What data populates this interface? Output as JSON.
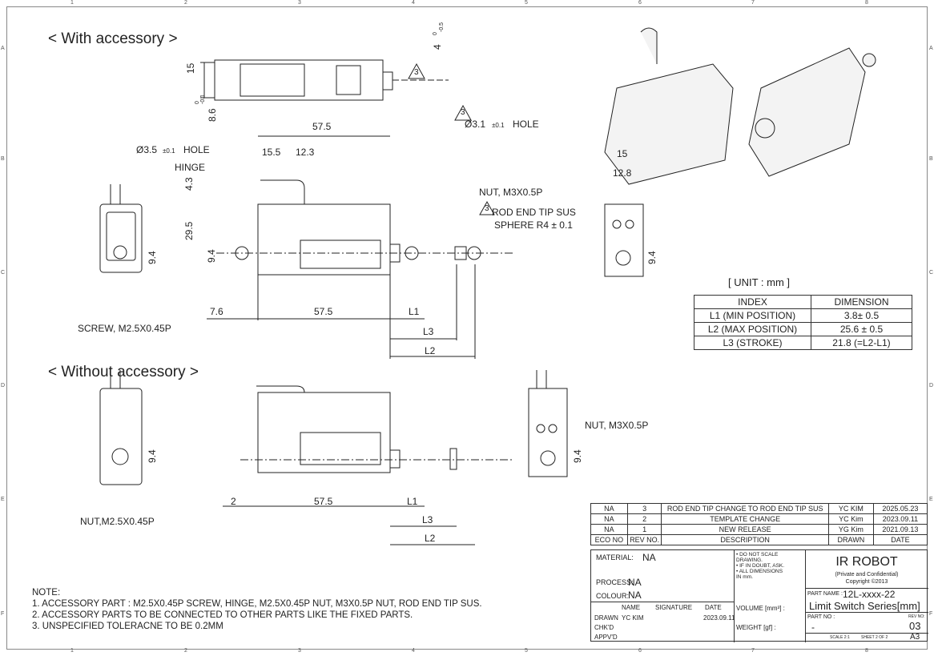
{
  "zones": {
    "columns": [
      "1",
      "2",
      "3",
      "4",
      "5",
      "6",
      "7",
      "8"
    ],
    "rows": [
      "A",
      "B",
      "C",
      "D",
      "E",
      "F"
    ]
  },
  "views": {
    "with_accessory_title": "< With accessory >",
    "without_accessory_title": "< Without accessory >"
  },
  "dimensions": {
    "top_15": "15",
    "top_86": "8.6",
    "top_86_tol_upper": "0",
    "top_86_tol_lower": "-0.1",
    "top_4": "4",
    "top_4_tol_upper": "0",
    "top_4_tol_lower": "-0.5",
    "rev_mark": "3",
    "len_575_top": "57.5",
    "len_155": "15.5",
    "len_123": "12.3",
    "hole_35": "Ø3.5",
    "hole_35_tol": "±0.1",
    "hole_35_suffix": "HOLE",
    "hinge": "HINGE",
    "hole_31": "Ø3.1",
    "hole_31_tol": "±0.1",
    "hole_31_suffix": "HOLE",
    "nut_m3": "NUT, M3X0.5P",
    "rod_end_1": "ROD END TIP SUS",
    "rod_end_2": "SPHERE R4 ± 0.1",
    "h_43": "4.3",
    "h_295": "29.5",
    "h_94_side": "9.4",
    "h_94_front": "9.4",
    "h_94_right": "9.4",
    "len_76": "7.6",
    "len_575_bottom": "57.5",
    "L1": "L1",
    "L3": "L3",
    "L2": "L2",
    "right_15": "15",
    "right_128": "12.8",
    "screw": "SCREW, M2.5X0.45P",
    "w_len_2": "2",
    "w_len_575": "57.5",
    "w_L1": "L1",
    "w_L3": "L3",
    "w_L2": "L2",
    "w_h_94_left": "9.4",
    "w_h_94_right": "9.4",
    "w_nut_m25": "NUT,M2.5X0.45P",
    "w_nut_m3": "NUT, M3X0.5P"
  },
  "unit_table": {
    "unit": "[ UNIT : mm ]",
    "headers": [
      "INDEX",
      "DIMENSION"
    ],
    "rows": [
      [
        "L1 (MIN POSITION)",
        "3.8± 0.5"
      ],
      [
        "L2 (MAX POSITION)",
        "25.6 ± 0.5"
      ],
      [
        "L3 (STROKE)",
        "21.8 (=L2-L1)"
      ]
    ]
  },
  "revisions": {
    "rows": [
      [
        "NA",
        "3",
        "ROD END TIP CHANGE TO ROD END TIP SUS",
        "YC KIM",
        "2025.05.23"
      ],
      [
        "NA",
        "2",
        "TEMPLATE CHANGE",
        "YC Kim",
        "2023.09.11"
      ],
      [
        "NA",
        "1",
        "NEW RELEASE",
        "YG Kim",
        "2021.09.13"
      ]
    ],
    "headers": [
      "ECO NO",
      "REV NO.",
      "DESCRIPTION",
      "DRAWN",
      "DATE"
    ]
  },
  "title_block": {
    "material_label": "MATERIAL:",
    "material": "NA",
    "process_label": "PROCESS:",
    "process": "NA",
    "colour_label": "COLOUR:",
    "colour": "NA",
    "sign_headers": [
      "NAME",
      "SIGNATURE",
      "DATE"
    ],
    "drawn_label": "DRAWN",
    "drawn_name": "YC KIM",
    "drawn_date": "2023.09.11",
    "chkd_label": "CHK'D",
    "apprv_label": "APPV'D",
    "notes": [
      "• DO NOT SCALE DRAWING.",
      "• IF IN DOUBT, ASK.",
      "• ALL DIMENSIONS IN mm."
    ],
    "volume_label": "VOLUME [mm³] :",
    "weight_label": "WEIGHT [gf] :",
    "company": "IR ROBOT",
    "confidential": "(Private and Confidential)",
    "copyright": "Copyright ©2013",
    "part_name_label": "PART NAME :",
    "part_name": "12L-xxxx-22",
    "part_desc": "Limit Switch Series[mm]",
    "part_no_label": "PART NO :",
    "part_no": "-",
    "rev_no_label": "REV NO:",
    "rev_no": "03",
    "scale": "SCALE 2:1",
    "sheet": "SHEET 2 OF 2",
    "size": "A3"
  },
  "notes": {
    "title": "NOTE:",
    "items": [
      "1. ACCESSORY PART :  M2.5X0.45P SCREW, HINGE, M2.5X0.45P NUT, M3X0.5P NUT, ROD END TIP SUS.",
      "2. ACCESSORY PARTS TO BE CONNECTED TO OTHER PARTS LIKE THE  FIXED PARTS.",
      "3. UNSPECIFIED TOLERACNE TO BE 0.2MM"
    ]
  }
}
